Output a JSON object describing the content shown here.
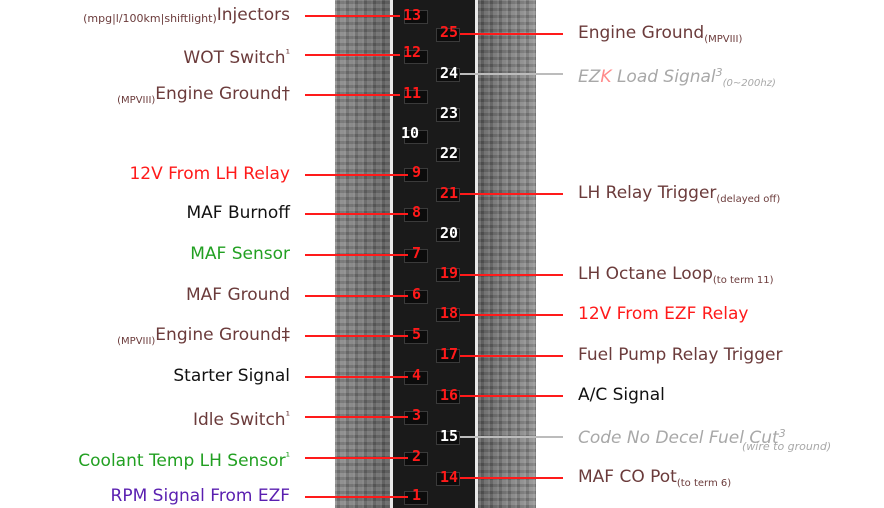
{
  "left_pins": [
    {
      "pin": "13",
      "color": "red",
      "prefix": "(mpg|l/100km|shiftlight)",
      "text": "Injectors",
      "suffix": ""
    },
    {
      "pin": "12",
      "color": "brown",
      "prefix": "",
      "text": "WOT Switch",
      "suffix": "¹"
    },
    {
      "pin": "11",
      "color": "brown",
      "prefix": "(MPVIII)",
      "text": "Engine Ground†",
      "suffix": ""
    },
    {
      "pin": "10",
      "color": "none",
      "prefix": "",
      "text": "",
      "suffix": ""
    },
    {
      "pin": "9",
      "color": "red",
      "prefix": "",
      "text": "12V From LH Relay",
      "suffix": ""
    },
    {
      "pin": "8",
      "color": "black",
      "prefix": "",
      "text": "MAF Burnoff",
      "suffix": ""
    },
    {
      "pin": "7",
      "color": "green",
      "prefix": "",
      "text": "MAF Sensor",
      "suffix": ""
    },
    {
      "pin": "6",
      "color": "brown",
      "prefix": "",
      "text": "MAF Ground",
      "suffix": ""
    },
    {
      "pin": "5",
      "color": "brown",
      "prefix": "(MPVIII)",
      "text": "Engine Ground‡",
      "suffix": ""
    },
    {
      "pin": "4",
      "color": "black",
      "prefix": "",
      "text": "Starter Signal",
      "suffix": ""
    },
    {
      "pin": "3",
      "color": "brown",
      "prefix": "",
      "text": "Idle Switch",
      "suffix": "¹"
    },
    {
      "pin": "2",
      "color": "green",
      "prefix": "",
      "text": "Coolant Temp LH Sensor",
      "suffix": "¹"
    },
    {
      "pin": "1",
      "color": "purple",
      "prefix": "",
      "text": "RPM Signal From EZF",
      "suffix": ""
    }
  ],
  "right_pins": [
    {
      "pin": "25",
      "color": "brown",
      "text": "Engine Ground",
      "sub": "(MPVIII)"
    },
    {
      "pin": "24",
      "color": "grey",
      "text_a": "EZ",
      "text_k": "K",
      "text_b": " Load Signal",
      "sup": "3",
      "sub": "(0~200hz)"
    },
    {
      "pin": "23",
      "color": "none",
      "text": "",
      "sub": ""
    },
    {
      "pin": "22",
      "color": "none",
      "text": "",
      "sub": ""
    },
    {
      "pin": "21",
      "color": "brown",
      "text": "LH Relay Trigger",
      "sub": "(delayed off)"
    },
    {
      "pin": "20",
      "color": "none",
      "text": "",
      "sub": ""
    },
    {
      "pin": "19",
      "color": "brown",
      "text": "LH Octane Loop",
      "sub": "(to term 11)"
    },
    {
      "pin": "18",
      "color": "red",
      "text": "12V From EZF Relay",
      "sub": ""
    },
    {
      "pin": "17",
      "color": "brown",
      "text": "Fuel Pump Relay Trigger",
      "sub": ""
    },
    {
      "pin": "16",
      "color": "black",
      "text": "A/C Signal",
      "sub": ""
    },
    {
      "pin": "15",
      "color": "grey",
      "text": "Code No Decel Fuel Cut",
      "sup": "3",
      "sub": "(wire to ground)"
    },
    {
      "pin": "14",
      "color": "brown",
      "text": "MAF CO Pot",
      "sub": "(to term 6)"
    }
  ]
}
